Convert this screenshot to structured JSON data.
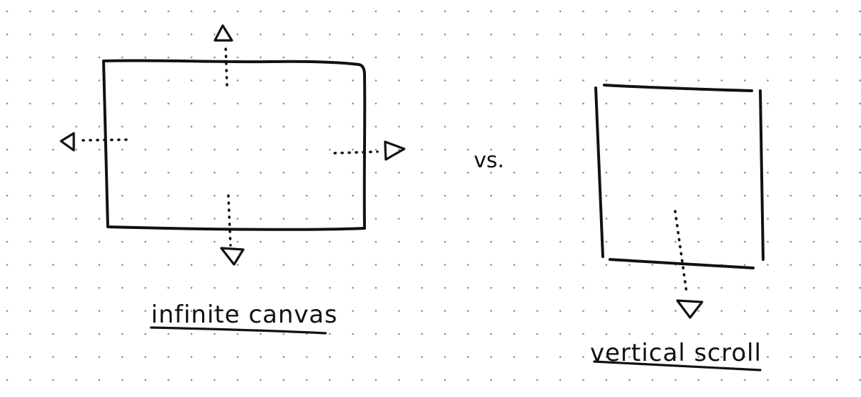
{
  "colors": {
    "background": "#ffffff",
    "ink": "#111111",
    "grid_dot": "#8a8a8a"
  },
  "labels": {
    "left": "infinite canvas",
    "middle": "vs.",
    "right": "vertical scroll"
  },
  "icons": {
    "left_box_arrows": [
      "arrow-up-icon",
      "arrow-left-icon",
      "arrow-right-icon",
      "arrow-down-icon"
    ],
    "right_box_arrows": [
      "arrow-down-icon"
    ]
  }
}
